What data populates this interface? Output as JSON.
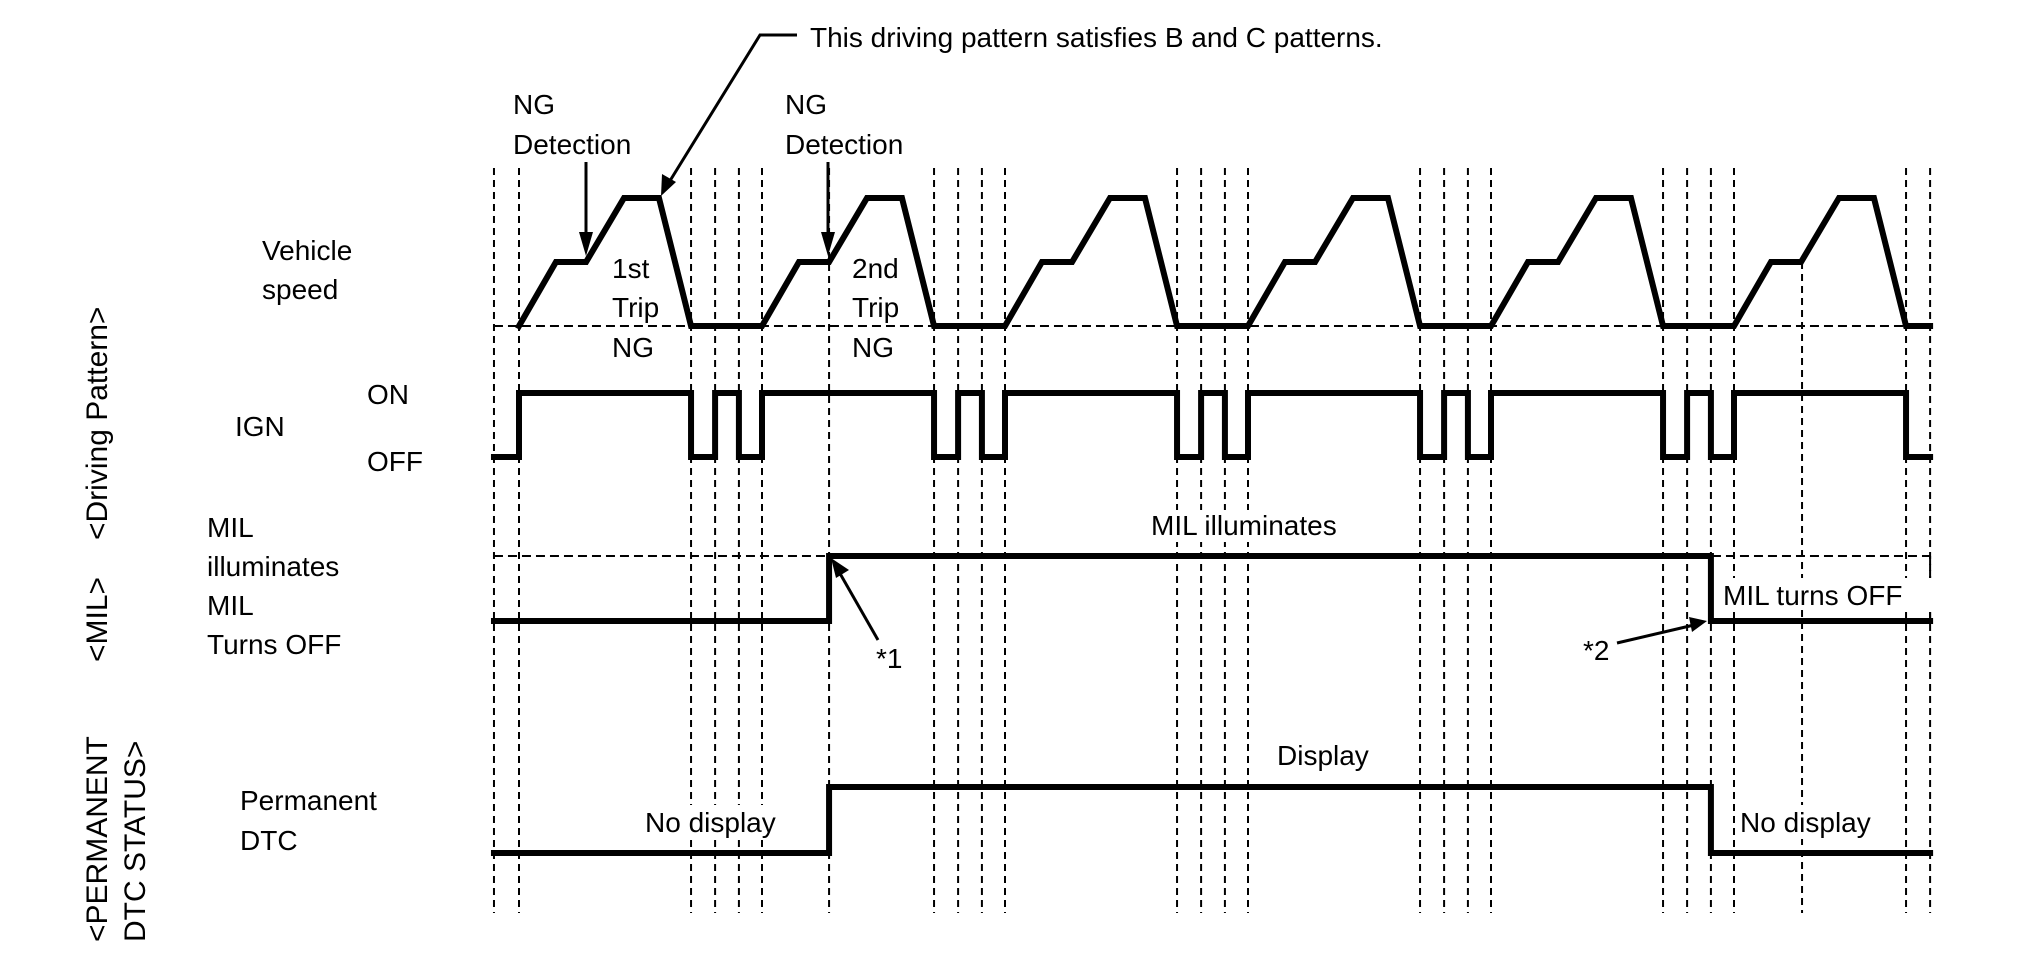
{
  "annotation": {
    "text": "This driving pattern satisfies B and C patterns."
  },
  "sections": {
    "driving_pattern": "<Driving Pattern>",
    "mil": "<MIL>",
    "permanent_line1": "<PERMANENT",
    "permanent_line2": "DTC STATUS>"
  },
  "row_labels": {
    "vehicle_speed_line1": "Vehicle",
    "vehicle_speed_line2": "speed",
    "ign": "IGN",
    "ign_on": "ON",
    "ign_off": "OFF",
    "mil_on_line1": "MIL",
    "mil_on_line2": "illuminates",
    "mil_off_line1": "MIL",
    "mil_off_line2": "Turns OFF",
    "dtc_line1": "Permanent",
    "dtc_line2": "DTC"
  },
  "detections": [
    {
      "line1": "NG",
      "line2": "Detection",
      "time": 2.76
    },
    {
      "line1": "NG",
      "line2": "Detection",
      "time": 12.76
    }
  ],
  "trip_labels": [
    {
      "line1": "1st",
      "line2": "Trip",
      "line3": "NG"
    },
    {
      "line1": "2nd",
      "line2": "Trip",
      "line3": "NG"
    }
  ],
  "mil_labels": {
    "illuminates": "MIL illuminates",
    "turns_off": "MIL turns OFF"
  },
  "dtc_labels": {
    "no_display_before": "No display",
    "display": "Display",
    "no_display_after": "No display"
  },
  "notes": {
    "note1": "*1",
    "note2": "*2"
  },
  "chart_data": {
    "type": "timing",
    "time_unit": "one drive cycle = 10 units",
    "cycle_starts": [
      0,
      10,
      20,
      30,
      40,
      50
    ],
    "cycle_profile": {
      "speed_points": [
        [
          0,
          0
        ],
        [
          1.52,
          0.5
        ],
        [
          2.76,
          0.5
        ],
        [
          4.32,
          1
        ],
        [
          5.76,
          1
        ],
        [
          7.08,
          0
        ]
      ],
      "ign_off_intervals": [
        [
          7.08,
          8.07
        ],
        [
          9.05,
          10
        ]
      ]
    },
    "time_range": [
      -1.03,
      58.07
    ],
    "ign_initial_off": [
      -1.03,
      0
    ],
    "ign_final_off": [
      57.08,
      58.07
    ],
    "extra_gridlines": [
      -1.03,
      12.76,
      52.8,
      58.07
    ],
    "mil": {
      "on_at": 12.76,
      "off_at": 49.05,
      "states": [
        "Turns OFF",
        "Illuminates",
        "Turns OFF"
      ]
    },
    "permanent_dtc": {
      "display_from": 12.76,
      "display_to": 49.05,
      "states": [
        "No display",
        "Display",
        "No display"
      ]
    },
    "trip_results": [
      "1st Trip NG",
      "2nd Trip NG"
    ]
  }
}
